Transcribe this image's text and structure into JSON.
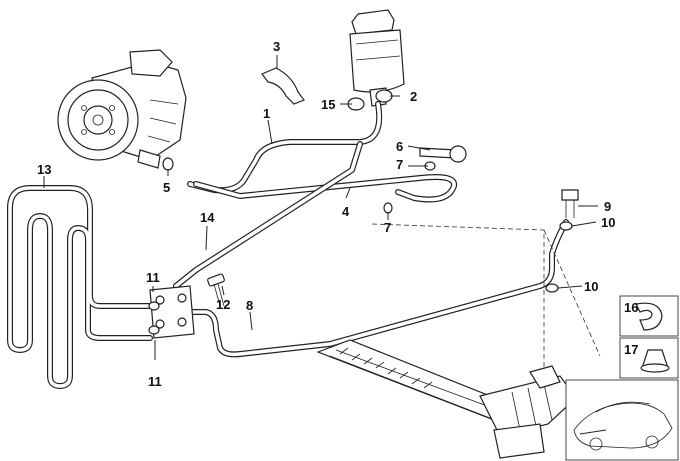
{
  "diagram": {
    "callouts": {
      "c1": "1",
      "c2": "2",
      "c3": "3",
      "c4": "4",
      "c5": "5",
      "c6": "6",
      "c7a": "7",
      "c7b": "7",
      "c8": "8",
      "c9": "9",
      "c10a": "10",
      "c10b": "10",
      "c11a": "11",
      "c11b": "11",
      "c12": "12",
      "c13": "13",
      "c14": "14",
      "c15": "15",
      "c16": "16",
      "c17": "17"
    }
  }
}
